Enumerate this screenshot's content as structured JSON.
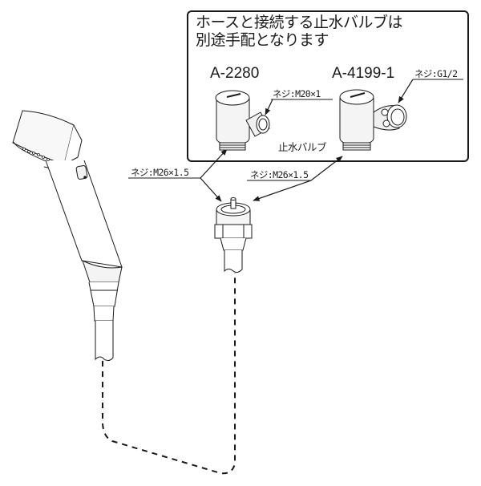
{
  "note": {
    "line1": "ホースと接続する止水バルブは",
    "line2": "別途手配となります"
  },
  "valves": [
    {
      "model": "A-2280",
      "thread_label": "ネジ:M20×1"
    },
    {
      "model": "A-4199-1",
      "thread_label": "ネジ:G1/2"
    }
  ],
  "valve_caption": "止水バルブ",
  "hose_threads": [
    {
      "label": "ネジ:M26×1.5"
    },
    {
      "label": "ネジ:M26×1.5"
    }
  ],
  "colors": {
    "line": "#1a1a1a",
    "fill": "#ffffff",
    "shade": "#e6e6e6"
  }
}
